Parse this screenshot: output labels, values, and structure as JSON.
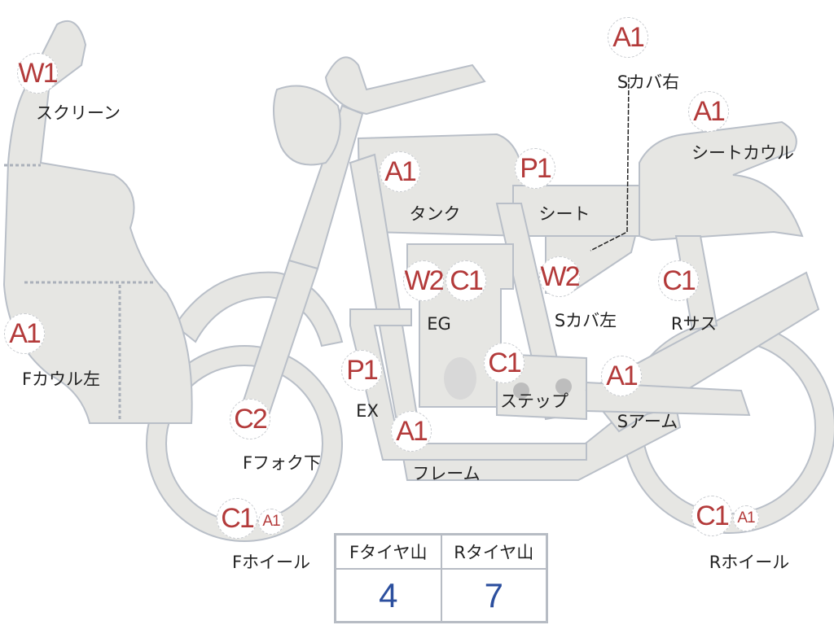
{
  "badges": [
    {
      "code": "W1"
    },
    {
      "code": "A1"
    },
    {
      "code": "A1"
    },
    {
      "code": "A1"
    },
    {
      "code": "P1"
    },
    {
      "code": "W2"
    },
    {
      "code": "C1"
    },
    {
      "code": "W2"
    },
    {
      "code": "C1"
    },
    {
      "code": "A1"
    },
    {
      "code": "P1"
    },
    {
      "code": "C1"
    },
    {
      "code": "A1"
    },
    {
      "code": "C2"
    },
    {
      "code": "A1"
    },
    {
      "code": "C1"
    },
    {
      "code": "A1"
    },
    {
      "code": "C1"
    },
    {
      "code": "A1"
    }
  ],
  "labels": {
    "screen": "スクリーン",
    "s_cover_right": "Sカバ右",
    "seat_cowl": "シートカウル",
    "tank": "タンク",
    "seat": "シート",
    "eg": "EG",
    "s_cover_left": "Sカバ左",
    "r_sus": "Rサス",
    "f_cowl_left": "Fカウル左",
    "ex": "EX",
    "step": "ステップ",
    "s_arm": "Sアーム",
    "f_fork_lower": "Fフォク下",
    "frame": "フレーム",
    "f_wheel": "Fホイール",
    "r_wheel": "Rホイール"
  },
  "tire_table": {
    "headers": [
      "Fタイヤ山",
      "Rタイヤ山"
    ],
    "values": [
      "4",
      "7"
    ]
  },
  "colors": {
    "part_fill": "#e6e6e3",
    "part_stroke": "#b9bfc8",
    "code_red": "#b33a3a",
    "value_blue": "#2c4f9e"
  }
}
